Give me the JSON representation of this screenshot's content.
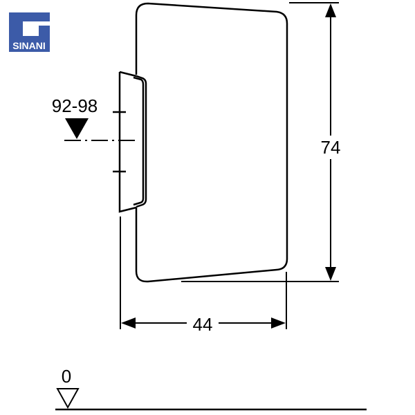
{
  "logo": {
    "text": "SINANI",
    "color": "#3c5ba8"
  },
  "dimensions": {
    "height_label": "74",
    "width_label": "44",
    "mount_height_label": "92-98",
    "floor_label": "0"
  }
}
